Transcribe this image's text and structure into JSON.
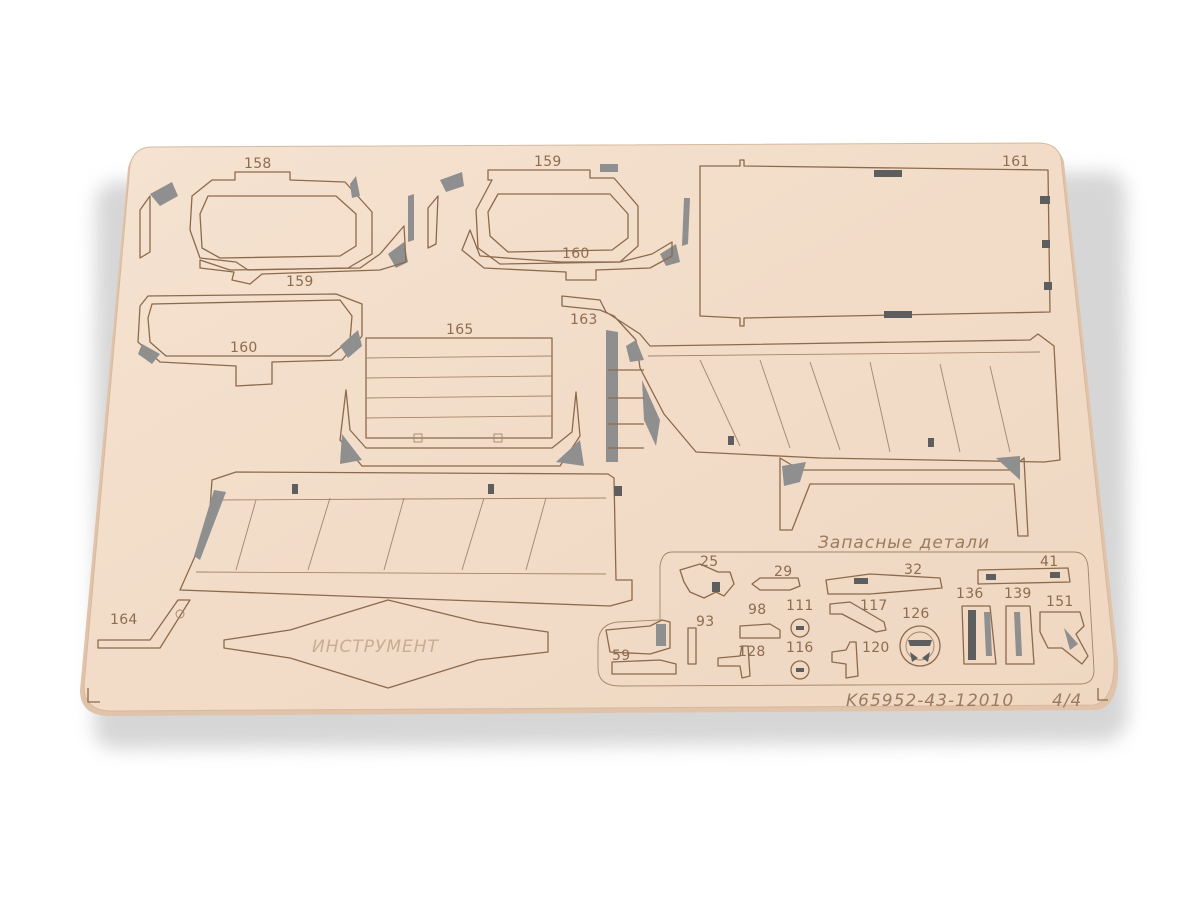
{
  "image": {
    "subject": "plywood-sheet",
    "colors": {
      "background": "#ffffff",
      "plywood": "#f2dcc8",
      "plywood_edge": "#e2c6ad",
      "cut_line": "#8c6a4c",
      "cut_out_gap": "#8f8f8f"
    }
  },
  "part_labels": {
    "p158": "158",
    "p159_top": "159",
    "p159_left": "159",
    "p160_left": "160",
    "p160_mid": "160",
    "p161": "161",
    "p163": "163",
    "p164": "164",
    "p165": "165",
    "p25": "25",
    "p29": "29",
    "p32": "32",
    "p41": "41",
    "p59": "59",
    "p93": "93",
    "p98": "98",
    "p111": "111",
    "p116": "116",
    "p117": "117",
    "p120": "120",
    "p126": "126",
    "p128": "128",
    "p136": "136",
    "p139": "139",
    "p151": "151"
  },
  "spare_parts_title": "Запасные детали",
  "tool_plate_text": "ИНСТРУМЕНТ",
  "sheet_code": "K65952-43-12010",
  "sheet_page": "4/4"
}
